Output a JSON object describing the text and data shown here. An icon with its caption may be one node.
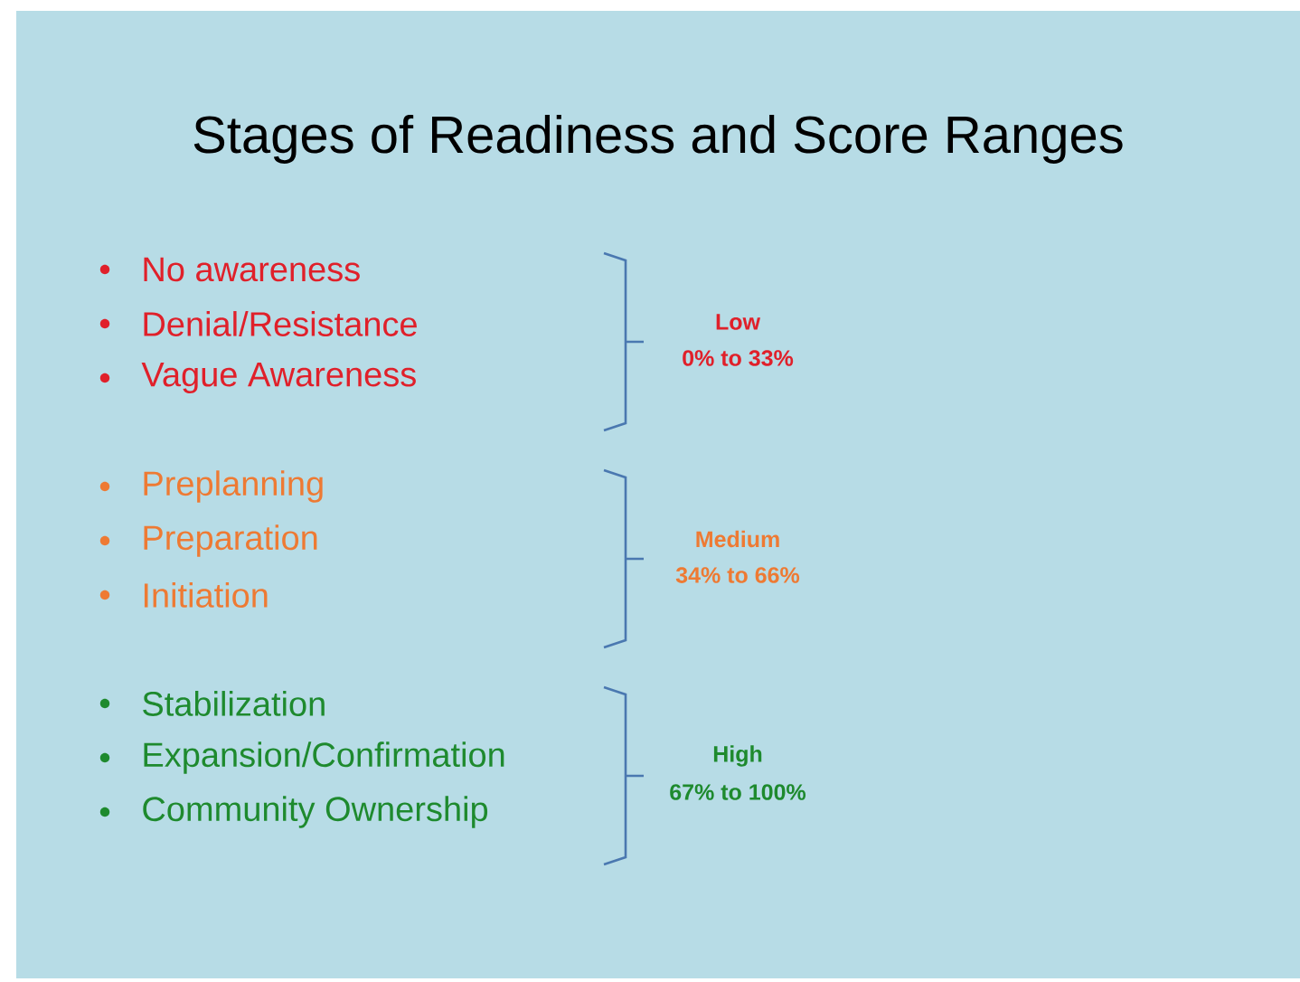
{
  "diagram": {
    "title": "Stages of Readiness and Score Ranges",
    "labels": [
      "No awareness",
      "Denial/Resistance",
      "Vague Awareness",
      "Low",
      "0% to 33%",
      "Preplanning",
      "Preparation",
      "Initiation",
      "Medium",
      "34% to 66%",
      "Stabilization",
      "Expansion/Confirmation",
      "Community Ownership",
      "High",
      "67% to 100%"
    ]
  }
}
